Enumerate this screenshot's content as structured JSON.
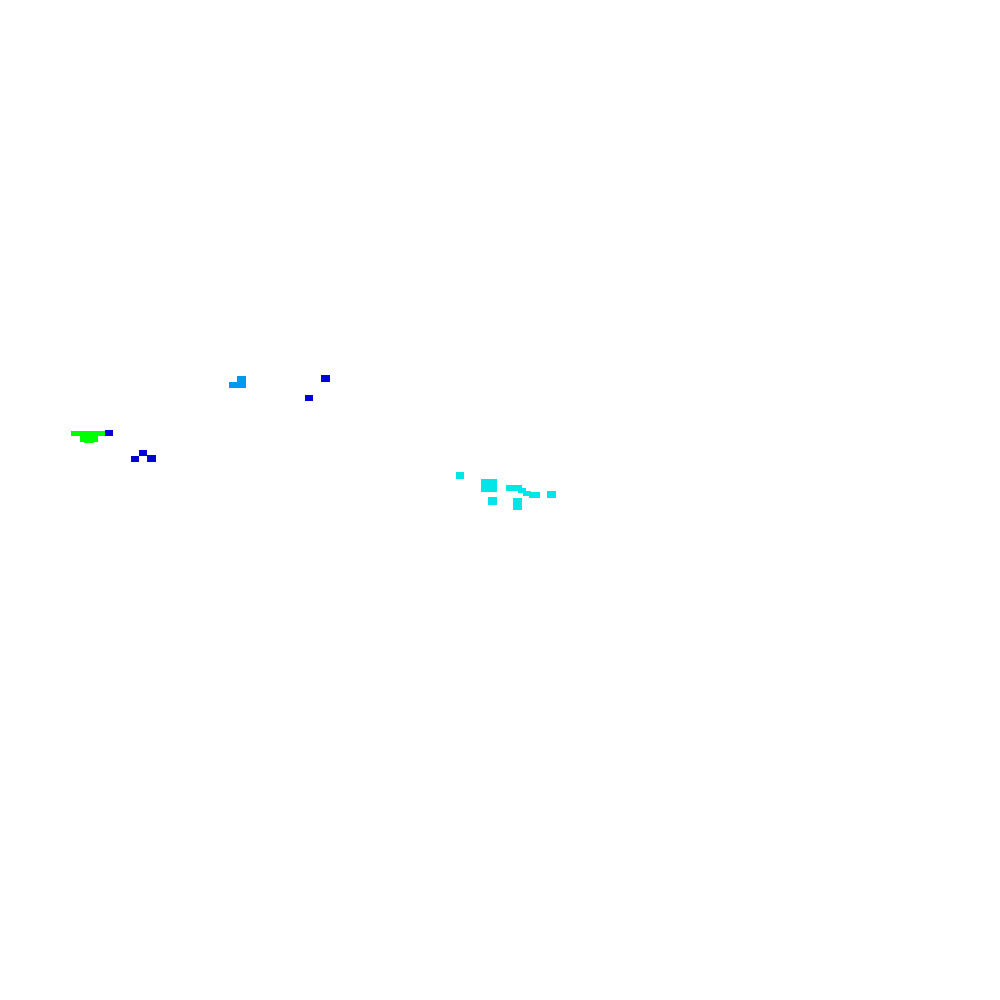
{
  "canvas": {
    "background": "#ffffff"
  },
  "palette": {
    "green": "#00ff00",
    "blue": "#0000dd",
    "sky_blue": "#0099ee",
    "cyan": "#00e5e5"
  },
  "clusters": [
    {
      "name": "green-cluster",
      "color": "green",
      "blocks": 3
    },
    {
      "name": "blue-cluster",
      "color": "blue",
      "blocks": 6
    },
    {
      "name": "sky-blue-cluster",
      "color": "sky_blue",
      "blocks": 2
    },
    {
      "name": "cyan-cluster",
      "color": "cyan",
      "blocks": 10
    }
  ]
}
